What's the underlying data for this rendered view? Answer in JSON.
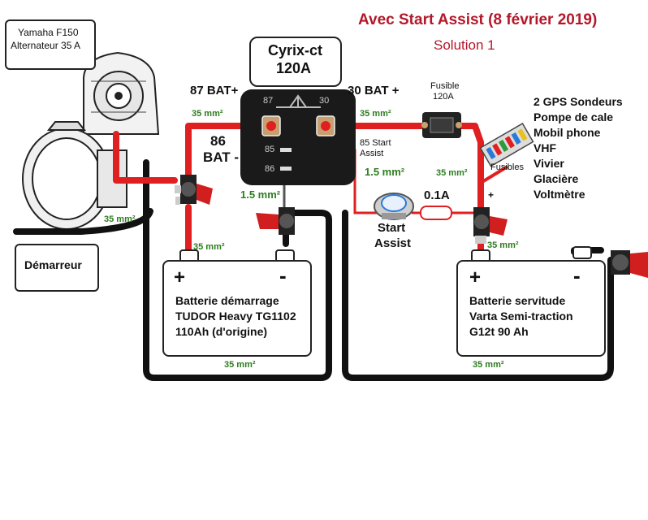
{
  "title": "Avec Start Assist (8 février 2019)",
  "subtitle": "Solution 1",
  "alternator": {
    "line1": "Yamaha F150",
    "line2": "Alternateur 35 A"
  },
  "starter_label": "Démarreur",
  "relay": {
    "name_line1": "Cyrix-ct",
    "name_line2": "120A",
    "term_87": "87",
    "term_30": "30",
    "term_85": "85",
    "term_86": "86"
  },
  "relay_labels": {
    "bat_plus_87": "87 BAT+",
    "bat_plus_30": "30 BAT +",
    "bat_minus_86_a": "86",
    "bat_minus_86_b": "BAT -",
    "start_85_a": "85 Start",
    "start_85_b": "Assist"
  },
  "fuse_main": {
    "line1": "Fusible",
    "line2": "120A"
  },
  "fuse_small": "0.1A",
  "start_assist": {
    "line1": "Start",
    "line2": "Assist"
  },
  "fuse_block_label": "Fusibles",
  "plus_sign": "+",
  "loads": [
    "2 GPS Sondeurs",
    "Pompe de cale",
    "Mobil phone",
    "VHF",
    "Vivier",
    "Glacière",
    "Voltmètre"
  ],
  "battery_start": {
    "plus": "+",
    "minus": "-",
    "line1": "Batterie démarrage",
    "line2": "TUDOR Heavy TG1102",
    "line3": "110Ah (d'origine)"
  },
  "battery_service": {
    "plus": "+",
    "minus": "-",
    "line1": "Batterie servitude",
    "line2": "Varta Semi-traction",
    "line3": "G12t 90 Ah"
  },
  "gauges": {
    "g35_87": "35 mm²",
    "g35_30": "35 mm²",
    "g15_85": "1.5 mm²",
    "g15_86": "1.5 mm²",
    "g35_fuse": "35 mm²",
    "g35_alt": "35 mm²",
    "g35_bat1": "35 mm²",
    "g35_bat2": "35 mm²",
    "g35_bottom1": "35 mm²",
    "g35_bottom2": "35 mm²"
  },
  "colors": {
    "positive_wire": "#e02020",
    "negative_wire": "#111111",
    "relay_body": "#1a1a1a",
    "gauge_text": "#2e7d1f",
    "title": "#b3182a"
  }
}
